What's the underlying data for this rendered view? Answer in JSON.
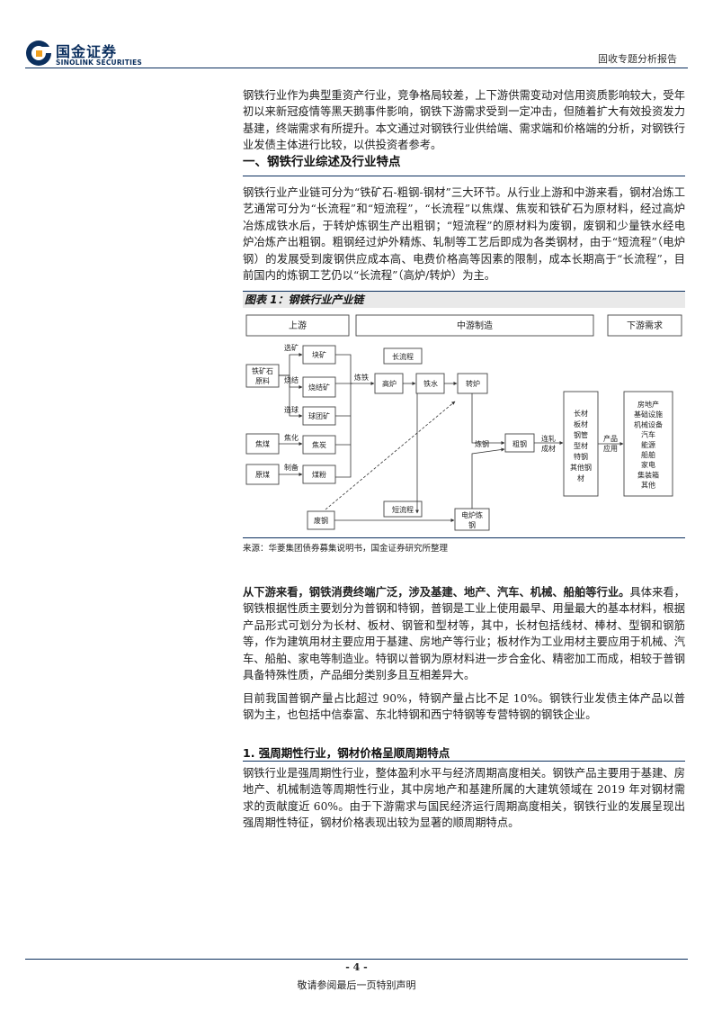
{
  "header": {
    "logo_cn": "国金证券",
    "logo_en": "SINOLINK SECURITIES",
    "report_type": "固收专题分析报告",
    "brand_color": "#0b2f5e"
  },
  "intro": "钢铁行业作为典型重资产行业，竞争格局较差，上下游供需变动对信用资质影响较大，受年初以来新冠疫情等黑天鹅事件影响，钢铁下游需求受到一定冲击，但随着扩大有效投资发力基建，终端需求有所提升。本文通过对钢铁行业供给端、需求端和价格端的分析，对钢铁行业发债主体进行比较，以供投资者参考。",
  "section1": {
    "title": "一、钢铁行业综述及行业特点",
    "para1": "钢铁行业产业链可分为“铁矿石-粗钢-钢材”三大环节。从行业上游和中游来看，钢材冶炼工艺通常可分为“长流程”和“短流程”，“长流程”以焦煤、焦炭和铁矿石为原材料，经过高炉冶炼成铁水后，于转炉炼钢生产出粗钢；“短流程”的原材料为废钢，废钢和少量铁水经电炉冶炼产出粗钢。粗钢经过炉外精炼、轧制等工艺后即成为各类钢材，由于“短流程”（电炉钢）的发展受到废钢供应成本高、电费价格高等因素的限制，成本长期高于“长流程”，目前国内的炼钢工艺仍以“长流程”（高炉/转炉）为主。"
  },
  "figure": {
    "title": "图表 1：钢铁行业产业链",
    "source": "来源：华菱集团债券募集说明书，国金证券研究所整理",
    "stages": {
      "upstream": "上游",
      "midstream": "中游制造",
      "downstream": "下游需求"
    },
    "flows": {
      "long": "长流程",
      "short": "短流程"
    },
    "raw": {
      "iron_ore": [
        "铁矿石",
        "原料"
      ],
      "coking_coal": "焦煤",
      "raw_coal": "原煤",
      "scrap": "废钢"
    },
    "processes": {
      "select": "选矿",
      "sinter": "烧结",
      "pellet": "造球",
      "coke": "焦化",
      "prep": "制备",
      "smelt": "炼铁",
      "steelmaking": "炼钢",
      "rolling": [
        "连轧",
        "成材"
      ],
      "use": [
        "产品",
        "应用"
      ]
    },
    "intermediates": {
      "lump": "块矿",
      "sinter_ore": "烧结矿",
      "pellet_ore": "球团矿",
      "coke": "焦炭",
      "coal_powder": "煤粉"
    },
    "mid": {
      "blast_furnace": "高炉",
      "hot_metal": "铁水",
      "converter": "转炉",
      "crude_steel": "粗钢",
      "eaf": [
        "电炉炼",
        "钢"
      ]
    },
    "products": [
      "长材",
      "板材",
      "钢管",
      "型材",
      "特钢",
      "其他钢",
      "材"
    ],
    "demand": [
      "房地产",
      "基础设施",
      "机械设备",
      "汽车",
      "能源",
      "船舶",
      "家电",
      "集装箱",
      "其他"
    ]
  },
  "section1b": {
    "bold_lead": "从下游来看，钢铁消费终端广泛，涉及基建、地产、汽车、机械、船舶等行业。",
    "para2": "具体来看，钢铁根据性质主要划分为普钢和特钢，普钢是工业上使用最早、用量最大的基本材料，根据产品形式可划分为长材、板材、钢管和型材等，其中，长材包括线材、棒材、型钢和钢筋等，作为建筑用材主要应用于基建、房地产等行业；板材作为工业用材主要应用于机械、汽车、船舶、家电等制造业。特钢以普钢为原材料进一步合金化、精密加工而成，相较于普钢具备特殊性质，产品细分类别多且互相差异大。",
    "para3": "目前我国普钢产量占比超过 90%，特钢产量占比不足 10%。钢铁行业发债主体产品以普钢为主，也包括中信泰富、东北特钢和西宁特钢等专营特钢的钢铁企业。"
  },
  "section2": {
    "title": "1. 强周期性行业，钢材价格呈顺周期特点",
    "para": "钢铁行业是强周期性行业，整体盈利水平与经济周期高度相关。钢铁产品主要用于基建、房地产、机械制造等周期性行业，其中房地产和基建所属的大建筑领域在 2019 年对钢材需求的贡献度近 60%。由于下游需求与国民经济运行周期高度相关，钢铁行业的发展呈现出强周期性特征，钢材价格表现出较为显著的顺周期特点。"
  },
  "footer": {
    "page": "- 4 -",
    "note": "敬请参阅最后一页特别声明"
  }
}
